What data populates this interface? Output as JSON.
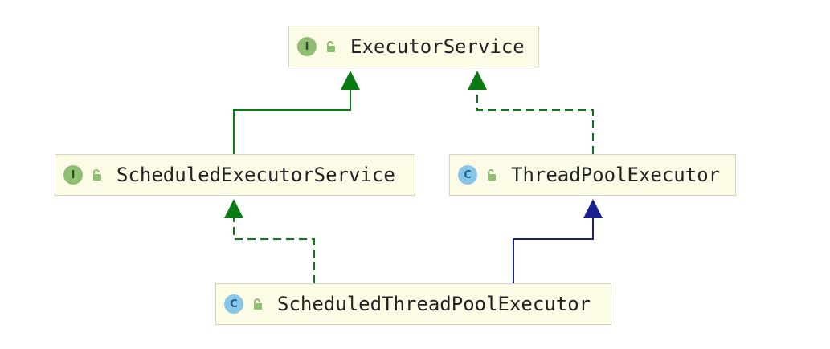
{
  "diagram": {
    "nodes": {
      "executor_service": {
        "kind_icon": "I",
        "kind": "interface",
        "label": "ExecutorService"
      },
      "scheduled_executor_service": {
        "kind_icon": "I",
        "kind": "interface",
        "label": "ScheduledExecutorService"
      },
      "thread_pool_executor": {
        "kind_icon": "C",
        "kind": "class",
        "label": "ThreadPoolExecutor"
      },
      "scheduled_thread_pool_executor": {
        "kind_icon": "C",
        "kind": "class",
        "label": "ScheduledThreadPoolExecutor"
      }
    },
    "edges": [
      {
        "from": "ScheduledExecutorService",
        "to": "ExecutorService",
        "style": "solid",
        "color": "#0a7a12"
      },
      {
        "from": "ThreadPoolExecutor",
        "to": "ExecutorService",
        "style": "dashed",
        "color": "#0a7a12"
      },
      {
        "from": "ScheduledThreadPoolExecutor",
        "to": "ScheduledExecutorService",
        "style": "dashed",
        "color": "#0a7a12"
      },
      {
        "from": "ScheduledThreadPoolExecutor",
        "to": "ThreadPoolExecutor",
        "style": "solid",
        "color": "#1a1f8f"
      }
    ],
    "colors": {
      "node_background": "#fbfbe6",
      "node_border": "#d5d5c4",
      "interface_badge": "#8fbe73",
      "class_badge": "#86c6e8",
      "lock_icon": "#8fbe73",
      "green_edge": "#0a7a12",
      "blue_edge": "#1a1f8f"
    }
  }
}
